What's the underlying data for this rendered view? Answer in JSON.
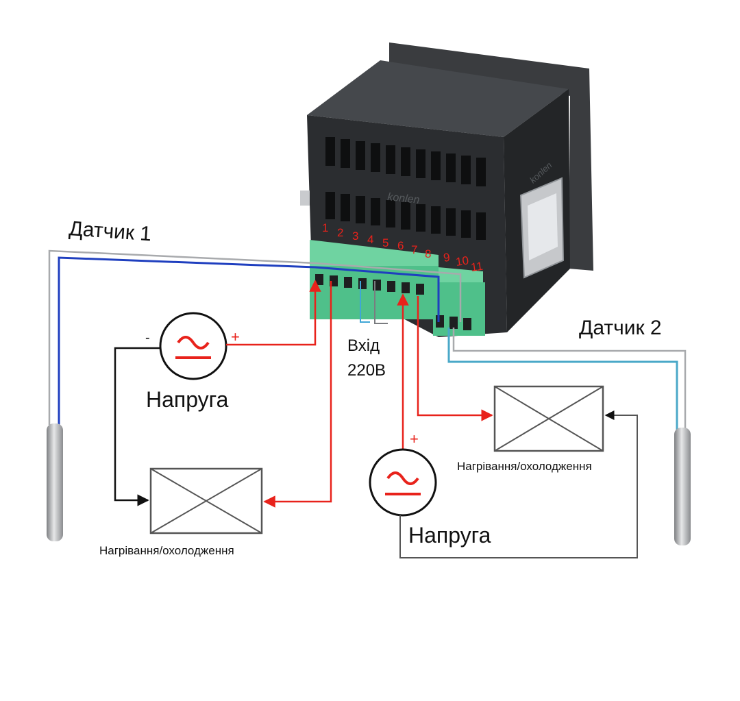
{
  "device": {
    "brand": "konlen",
    "terminals": [
      "1",
      "2",
      "3",
      "4",
      "5",
      "6",
      "7",
      "8",
      "9",
      "10",
      "11"
    ]
  },
  "labels": {
    "sensor1": "Датчик 1",
    "sensor2": "Датчик 2",
    "input_line1": "Вхід",
    "input_line2": "220В",
    "voltage1": "Напруга",
    "voltage2": "Напруга",
    "load1": "Нагрівання/охолодження",
    "load2": "Нагрівання/охолодження",
    "source1_minus": "-",
    "source1_plus": "+",
    "source2_plus": "+"
  },
  "colors": {
    "power_wire": "#e8221b",
    "sensor1_wire": "#1f3fbf",
    "sensor2_wire": "#4aa8c8",
    "neutral_wire": "#111111",
    "terminal_block": "#4fc08a",
    "housing": "#2b2d30"
  }
}
